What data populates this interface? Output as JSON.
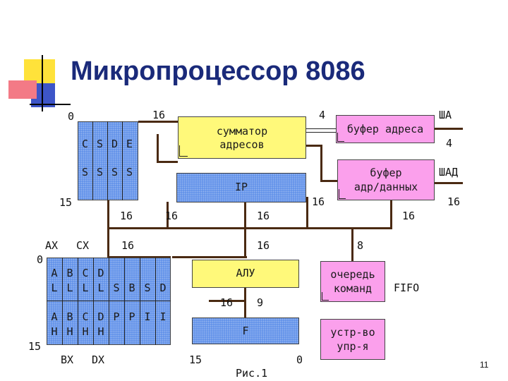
{
  "title": "Микропроцессор 8086",
  "slide_number": "11",
  "caption": "Рис.1",
  "blocks": {
    "adder": "сумматор\nадресов",
    "address_buffer": "буфер адреса",
    "addr_data_buffer": "буфер\nадр/данных",
    "ip": "IP",
    "alu": "АЛУ",
    "queue": "очередь\nкоманд",
    "control_unit": "устр-во\nупр-я",
    "flags": "F"
  },
  "segment_registers": {
    "row1": [
      "C",
      "S",
      "D",
      "E"
    ],
    "row2": [
      "S",
      "S",
      "S",
      "S"
    ]
  },
  "general_registers": {
    "row1": [
      "A",
      "B",
      "C",
      "D",
      "",
      "",
      "",
      ""
    ],
    "row2": [
      "L",
      "L",
      "L",
      "L",
      "S",
      "B",
      "S",
      "D"
    ],
    "row3": [
      "A",
      "B",
      "C",
      "D",
      "P",
      "P",
      "I",
      "I"
    ],
    "row4": [
      "H",
      "H",
      "H",
      "H",
      "",
      "",
      "",
      ""
    ]
  },
  "labels": {
    "seg_bit_high": "0",
    "seg_bit_low": "15",
    "bus_16_top": "16",
    "addr_width_4": "4",
    "sha_label": "ША",
    "sha_width_4": "4",
    "shad_label": "ШАД",
    "shad_width_16": "16",
    "addr_data_16": "16",
    "bus_16_a": "16",
    "bus_16_b": "16",
    "bus_16_c": "16",
    "bus_16_d": "16",
    "ax_label": "AX",
    "cx_label": "CX",
    "bus_16_e": "16",
    "bus_16_f": "16",
    "bus_8": "8",
    "gen_bit_high": "0",
    "gen_bit_low": "15",
    "alu_16": "16",
    "alu_9": "9",
    "fifo": "FIFO",
    "bx_label": "BX",
    "dx_label": "DX",
    "flags_15": "15",
    "flags_0": "0"
  }
}
